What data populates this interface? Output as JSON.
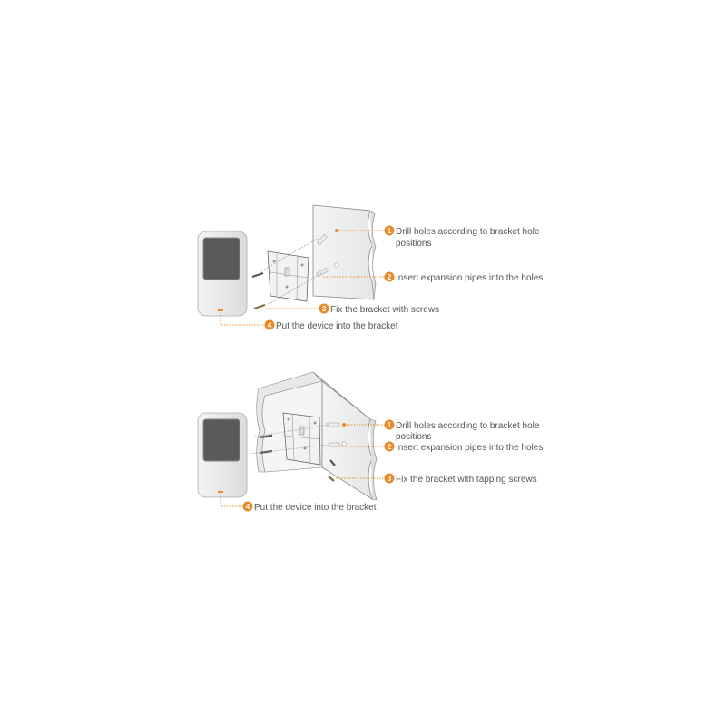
{
  "accent_color": "#e88a2a",
  "diagrams": [
    {
      "steps": [
        {
          "number": "1",
          "text": "Drill holes according to bracket hole",
          "text2": "positions"
        },
        {
          "number": "2",
          "text": "Insert expansion pipes into the holes"
        },
        {
          "number": "3",
          "text": "Fix the bracket with screws"
        },
        {
          "number": "4",
          "text": "Put the device into the bracket"
        }
      ]
    },
    {
      "steps": [
        {
          "number": "1",
          "text": "Drill holes according to bracket hole",
          "text2": "positions"
        },
        {
          "number": "2",
          "text": "Insert expansion pipes into the holes"
        },
        {
          "number": "3",
          "text": "Fix the bracket with tapping screws"
        },
        {
          "number": "4",
          "text": "Put the device into the bracket"
        }
      ]
    }
  ]
}
